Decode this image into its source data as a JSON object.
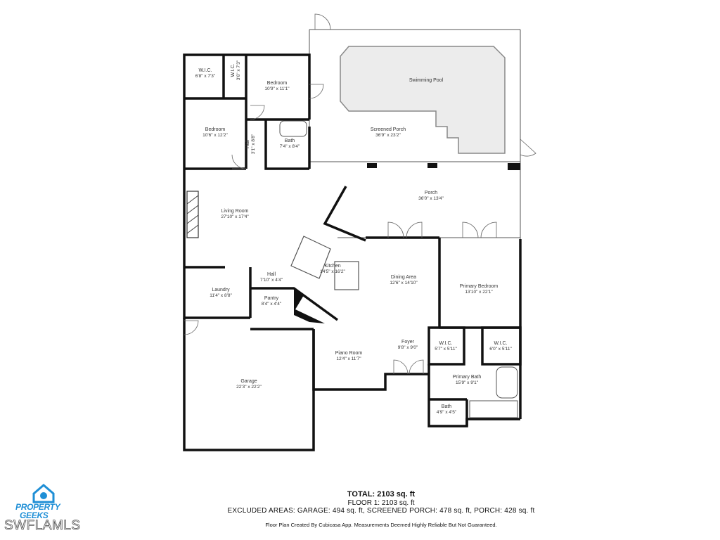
{
  "rooms": [
    {
      "name": "W.I.C.",
      "dims": "6'8\" x 7'3\""
    },
    {
      "name": "W.I.C.",
      "dims": "3'6\" x 7'3\""
    },
    {
      "name": "Bedroom",
      "dims": "10'9\" x 11'1\""
    },
    {
      "name": "Swimming Pool",
      "dims": ""
    },
    {
      "name": "Bedroom",
      "dims": "10'6\" x 12'2\""
    },
    {
      "name": "Hall",
      "dims": "3'1\" x 8'8\""
    },
    {
      "name": "Bath",
      "dims": "7'4\" x 8'4\""
    },
    {
      "name": "Screened Porch",
      "dims": "36'9\" x 23'2\""
    },
    {
      "name": "Porch",
      "dims": "36'0\" x 13'4\""
    },
    {
      "name": "Living Room",
      "dims": "27'10\" x 17'4\""
    },
    {
      "name": "Kitchen",
      "dims": "14'5\" x 16'2\""
    },
    {
      "name": "Hall",
      "dims": "7'10\" x 4'4\""
    },
    {
      "name": "Dining Area",
      "dims": "12'6\" x 14'10\""
    },
    {
      "name": "Primary Bedroom",
      "dims": "13'10\" x 22'1\""
    },
    {
      "name": "Laundry",
      "dims": "11'4\" x 8'8\""
    },
    {
      "name": "Pantry",
      "dims": "8'4\" x 4'4\""
    },
    {
      "name": "Foyer",
      "dims": "9'8\" x 9'0\""
    },
    {
      "name": "W.I.C.",
      "dims": "5'7\" x 5'11\""
    },
    {
      "name": "W.I.C.",
      "dims": "6'0\" x 5'11\""
    },
    {
      "name": "Piano Room",
      "dims": "12'4\" x 11'7\""
    },
    {
      "name": "Garage",
      "dims": "22'3\" x 22'2\""
    },
    {
      "name": "Primary Bath",
      "dims": "15'9\" x 9'1\""
    },
    {
      "name": "Bath",
      "dims": "4'9\" x 4'5\""
    }
  ],
  "summary": {
    "total": "TOTAL: 2103 sq. ft",
    "floor": "FLOOR 1: 2103 sq. ft",
    "excluded": "EXCLUDED AREAS: GARAGE: 494 sq. ft, SCREENED PORCH: 478 sq. ft, PORCH: 428 sq. ft",
    "credit": "Floor Plan Created By Cubicasa App. Measurements Deemed Highly Reliable But Not Guaranteed."
  },
  "branding": {
    "logo_line1": "PROPERTY",
    "logo_line2": "GEEKS",
    "logo_icon": "house-icon",
    "watermark": "SWFLAMLS",
    "logo_color": "#1f8fd6"
  }
}
